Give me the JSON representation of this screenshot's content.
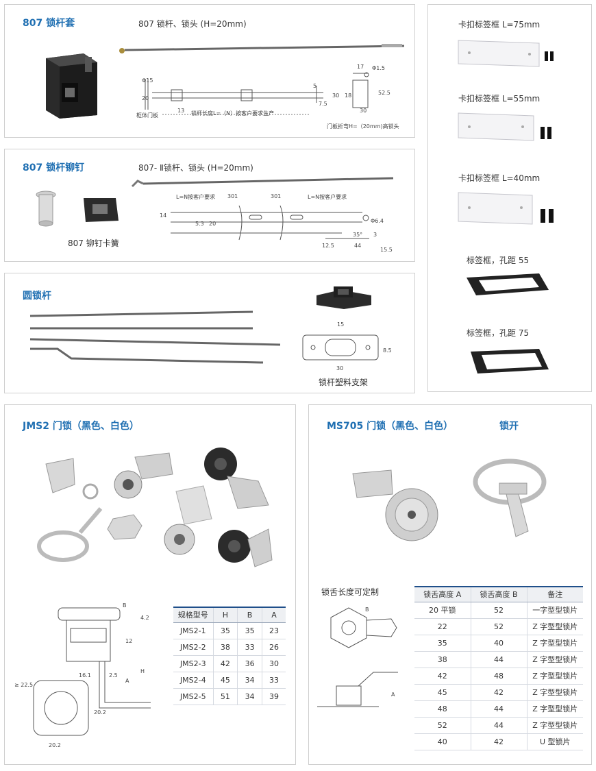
{
  "p807": {
    "title": "807 锁杆套",
    "rod_caption": "807 锁杆、锁头 (H=20mm)",
    "d_phi15": "Φ15",
    "d_20": "20",
    "d_13": "13",
    "d_5": "5",
    "d_7_5": "7.5",
    "d_17": "17",
    "d_phi1_5": "Φ1.5",
    "d_30a": "30",
    "d_18": "18",
    "d_52_5": "52.5",
    "d_30b": "30",
    "label_door": "柜体门板",
    "label_length": "锁杆长度L=（N）按客户要求生产",
    "label_bend": "门板折弯H=（20mm)高锁头"
  },
  "rivet": {
    "title": "807 锁杆铆钉",
    "rod_caption": "807- Ⅱ锁杆、锁头 (H=20mm)",
    "clip_caption": "807 铆钉卡簧",
    "d_ln1": "L=N按客户要求",
    "d_301a": "301",
    "d_301b": "301",
    "d_ln2": "L=N按客户要求",
    "d_14": "14",
    "d_5_3": "5.3",
    "d_20": "20",
    "d_phi6_4": "Φ6.4",
    "d_35deg": "35°",
    "d_3": "3",
    "d_12_5": "12.5",
    "d_44": "44",
    "d_15_5": "15.5"
  },
  "round": {
    "title": "圆锁杆",
    "bracket_caption": "锁杆塑料支架",
    "d_15": "15",
    "d_30": "30",
    "d_8_5": "8.5"
  },
  "labels": {
    "items": [
      {
        "caption": "卡扣标签框 L=75mm"
      },
      {
        "caption": "卡扣标签框 L=55mm"
      },
      {
        "caption": "卡扣标签框 L=40mm"
      },
      {
        "caption": "标签框，孔距 55"
      },
      {
        "caption": "标签框，孔距 75"
      }
    ]
  },
  "jms2": {
    "title": "JMS2 门锁（黑色、白色）",
    "d_B": "B",
    "d_4_2": "4.2",
    "d_12": "12",
    "d_A": "A",
    "d_H": "H",
    "d_16_1": "16.1",
    "d_2_5": "2.5",
    "d_22_5": "≥ 22.5",
    "d_20_2a": "20.2",
    "d_20_2b": "20.2",
    "table": {
      "headers": [
        "规格型号",
        "H",
        "B",
        "A"
      ],
      "rows": [
        [
          "JMS2-1",
          "35",
          "35",
          "23"
        ],
        [
          "JMS2-2",
          "38",
          "33",
          "26"
        ],
        [
          "JMS2-3",
          "42",
          "36",
          "30"
        ],
        [
          "JMS2-4",
          "45",
          "34",
          "33"
        ],
        [
          "JMS2-5",
          "51",
          "34",
          "39"
        ]
      ]
    }
  },
  "ms705": {
    "title": "MS705 门锁（黑色、白色）",
    "key_title": "锁开",
    "custom_caption": "锁舌长度可定制",
    "d_B": "B",
    "d_A": "A",
    "table": {
      "headers": [
        "锁舌高度 A",
        "锁舌高度 B",
        "备注"
      ],
      "rows": [
        [
          "20 平锁",
          "52",
          "一字型型锁片"
        ],
        [
          "22",
          "52",
          "Z 字型型锁片"
        ],
        [
          "35",
          "40",
          "Z 字型型锁片"
        ],
        [
          "38",
          "44",
          "Z 字型型锁片"
        ],
        [
          "42",
          "48",
          "Z 字型型锁片"
        ],
        [
          "45",
          "42",
          "Z 字型型锁片"
        ],
        [
          "48",
          "44",
          "Z 字型型锁片"
        ],
        [
          "52",
          "44",
          "Z 字型型锁片"
        ],
        [
          "40",
          "42",
          "U 型锁片"
        ]
      ]
    }
  }
}
